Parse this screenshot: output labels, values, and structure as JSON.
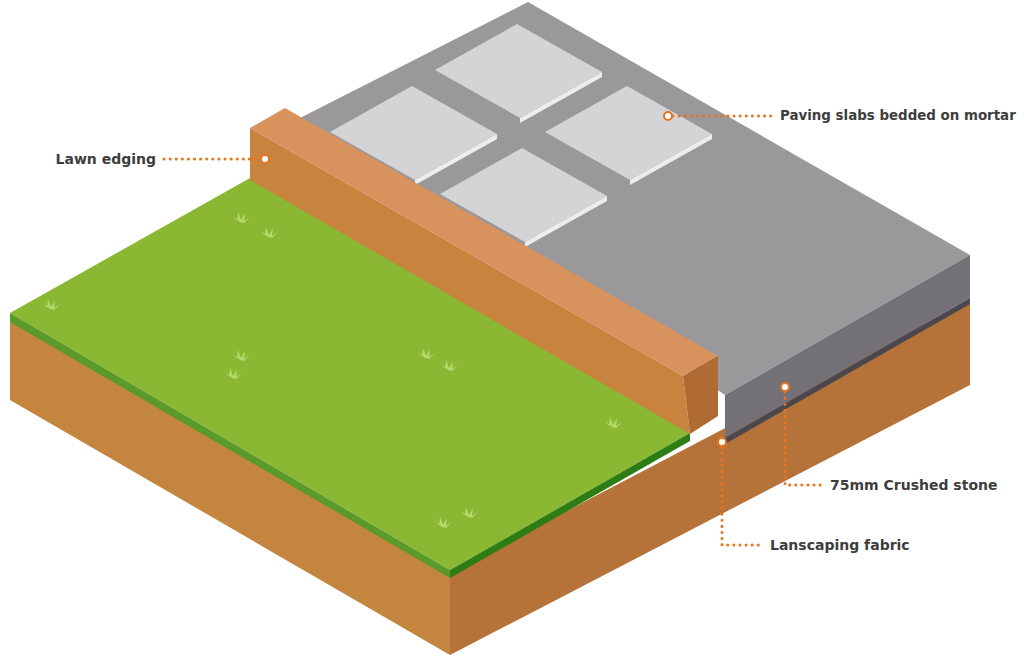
{
  "diagram": {
    "labels": [
      "Lawn edging",
      "Paving slabs bedded on mortar",
      "75mm Crushed stone",
      "Lanscaping fabric"
    ]
  }
}
